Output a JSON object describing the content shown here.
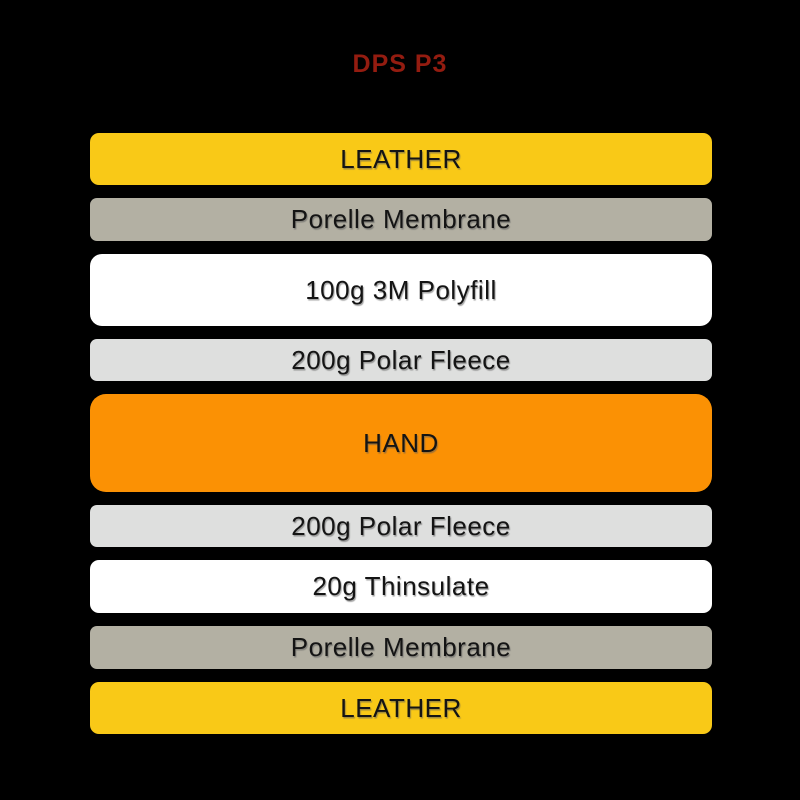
{
  "diagram": {
    "title": "DPS P3",
    "title_color": "#941C10",
    "background_color": "#000000",
    "text_color": "#141414",
    "layers": [
      {
        "label": "LEATHER",
        "color": "#F9C917",
        "height": 52
      },
      {
        "label": "Porelle Membrane",
        "color": "#B3B0A3",
        "height": 43
      },
      {
        "label": "100g 3M Polyfill",
        "color": "#FFFFFF",
        "height": 72
      },
      {
        "label": "200g Polar Fleece",
        "color": "#DEDFDE",
        "height": 42
      },
      {
        "label": "HAND",
        "color": "#FB9104",
        "height": 98
      },
      {
        "label": "200g Polar Fleece",
        "color": "#DEDFDE",
        "height": 42
      },
      {
        "label": "20g Thinsulate",
        "color": "#FFFFFF",
        "height": 53
      },
      {
        "label": "Porelle Membrane",
        "color": "#B3B0A3",
        "height": 43
      },
      {
        "label": "LEATHER",
        "color": "#F9C917",
        "height": 52
      }
    ]
  }
}
